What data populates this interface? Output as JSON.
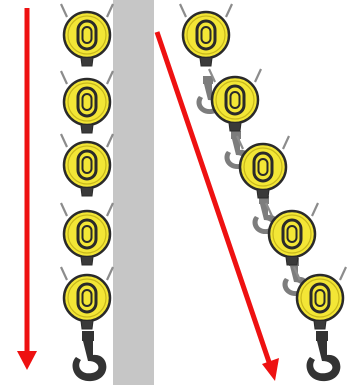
{
  "panels": [
    {
      "id": "vertical-hoist",
      "arrow": {
        "direction": "down",
        "color": "#ee1111"
      },
      "block_count": 5,
      "hook": "crane-hook"
    },
    {
      "id": "angled-hoist",
      "arrow": {
        "direction": "down-right",
        "color": "#ee1111"
      },
      "block_count": 5,
      "hook": "crane-hook",
      "ghost_hooks": true
    }
  ],
  "colors": {
    "background": "#c6c6c6",
    "panel": "#ffffff",
    "block_fill": "#f3e636",
    "block_outline": "#2a2a2a",
    "hook": "#333333",
    "ghost_hook": "#7d7d7d",
    "cable": "#8c8c8c",
    "arrow": "#ee1111"
  }
}
